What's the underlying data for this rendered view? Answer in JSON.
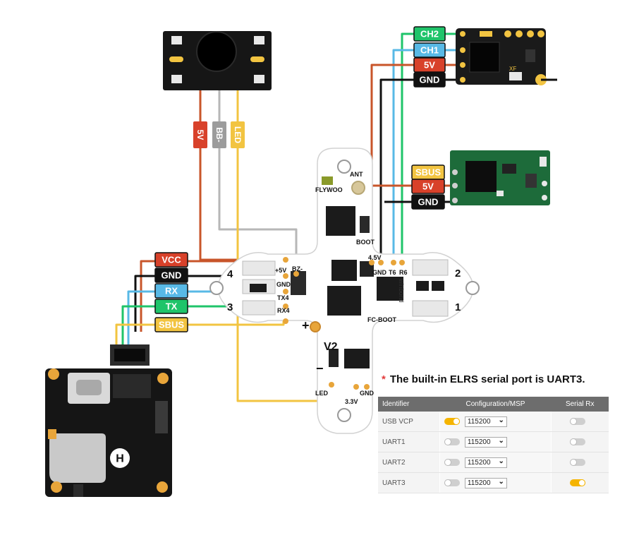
{
  "buzzer_wires": [
    "5V",
    "BB-",
    "LED"
  ],
  "vtx_wires": [
    "VCC",
    "GND",
    "RX",
    "TX",
    "SBUS"
  ],
  "elrs_wires": [
    "CH2",
    "CH1",
    "5V",
    "GND"
  ],
  "rx_wires": [
    "SBUS",
    "5V",
    "GND"
  ],
  "pads_left": [
    "+5V",
    "GND",
    "TX4",
    "RX4",
    "BZ-"
  ],
  "pads_top": [
    "4.5V",
    "GND",
    "T6",
    "R6"
  ],
  "pads_bottom": [
    "LED",
    "3.3V",
    "GND"
  ],
  "board_labels": {
    "brand": "FLYWOO",
    "ant": "ANT",
    "boot": "BOOT",
    "fc_boot": "FC-BOOT",
    "version": "V2",
    "flash": "winbond",
    "plus": "+",
    "minus": "−"
  },
  "motor_numbers": [
    "4",
    "3",
    "2",
    "1"
  ],
  "module_labels": {
    "elrs_xf": "XF",
    "vtx_logo": "H"
  },
  "note": {
    "star": "*",
    "text": "The built-in ELRS serial port is UART3."
  },
  "table": {
    "headers": [
      "Identifier",
      "Configuration/MSP",
      "Serial Rx"
    ],
    "rows": [
      {
        "id": "USB VCP",
        "msp_on": true,
        "baud": "115200",
        "rx_on": false
      },
      {
        "id": "UART1",
        "msp_on": false,
        "baud": "115200",
        "rx_on": false
      },
      {
        "id": "UART2",
        "msp_on": false,
        "baud": "115200",
        "rx_on": false
      },
      {
        "id": "UART3",
        "msp_on": false,
        "baud": "115200",
        "rx_on": true
      }
    ]
  },
  "colors": {
    "red": "#d8412a",
    "orange": "#c8552a",
    "black": "#111111",
    "blue": "#58b9e6",
    "green": "#1fc46a",
    "yellow": "#f2c441",
    "gray": "#b7b7b7",
    "pcb_green": "#1d6b3a"
  }
}
